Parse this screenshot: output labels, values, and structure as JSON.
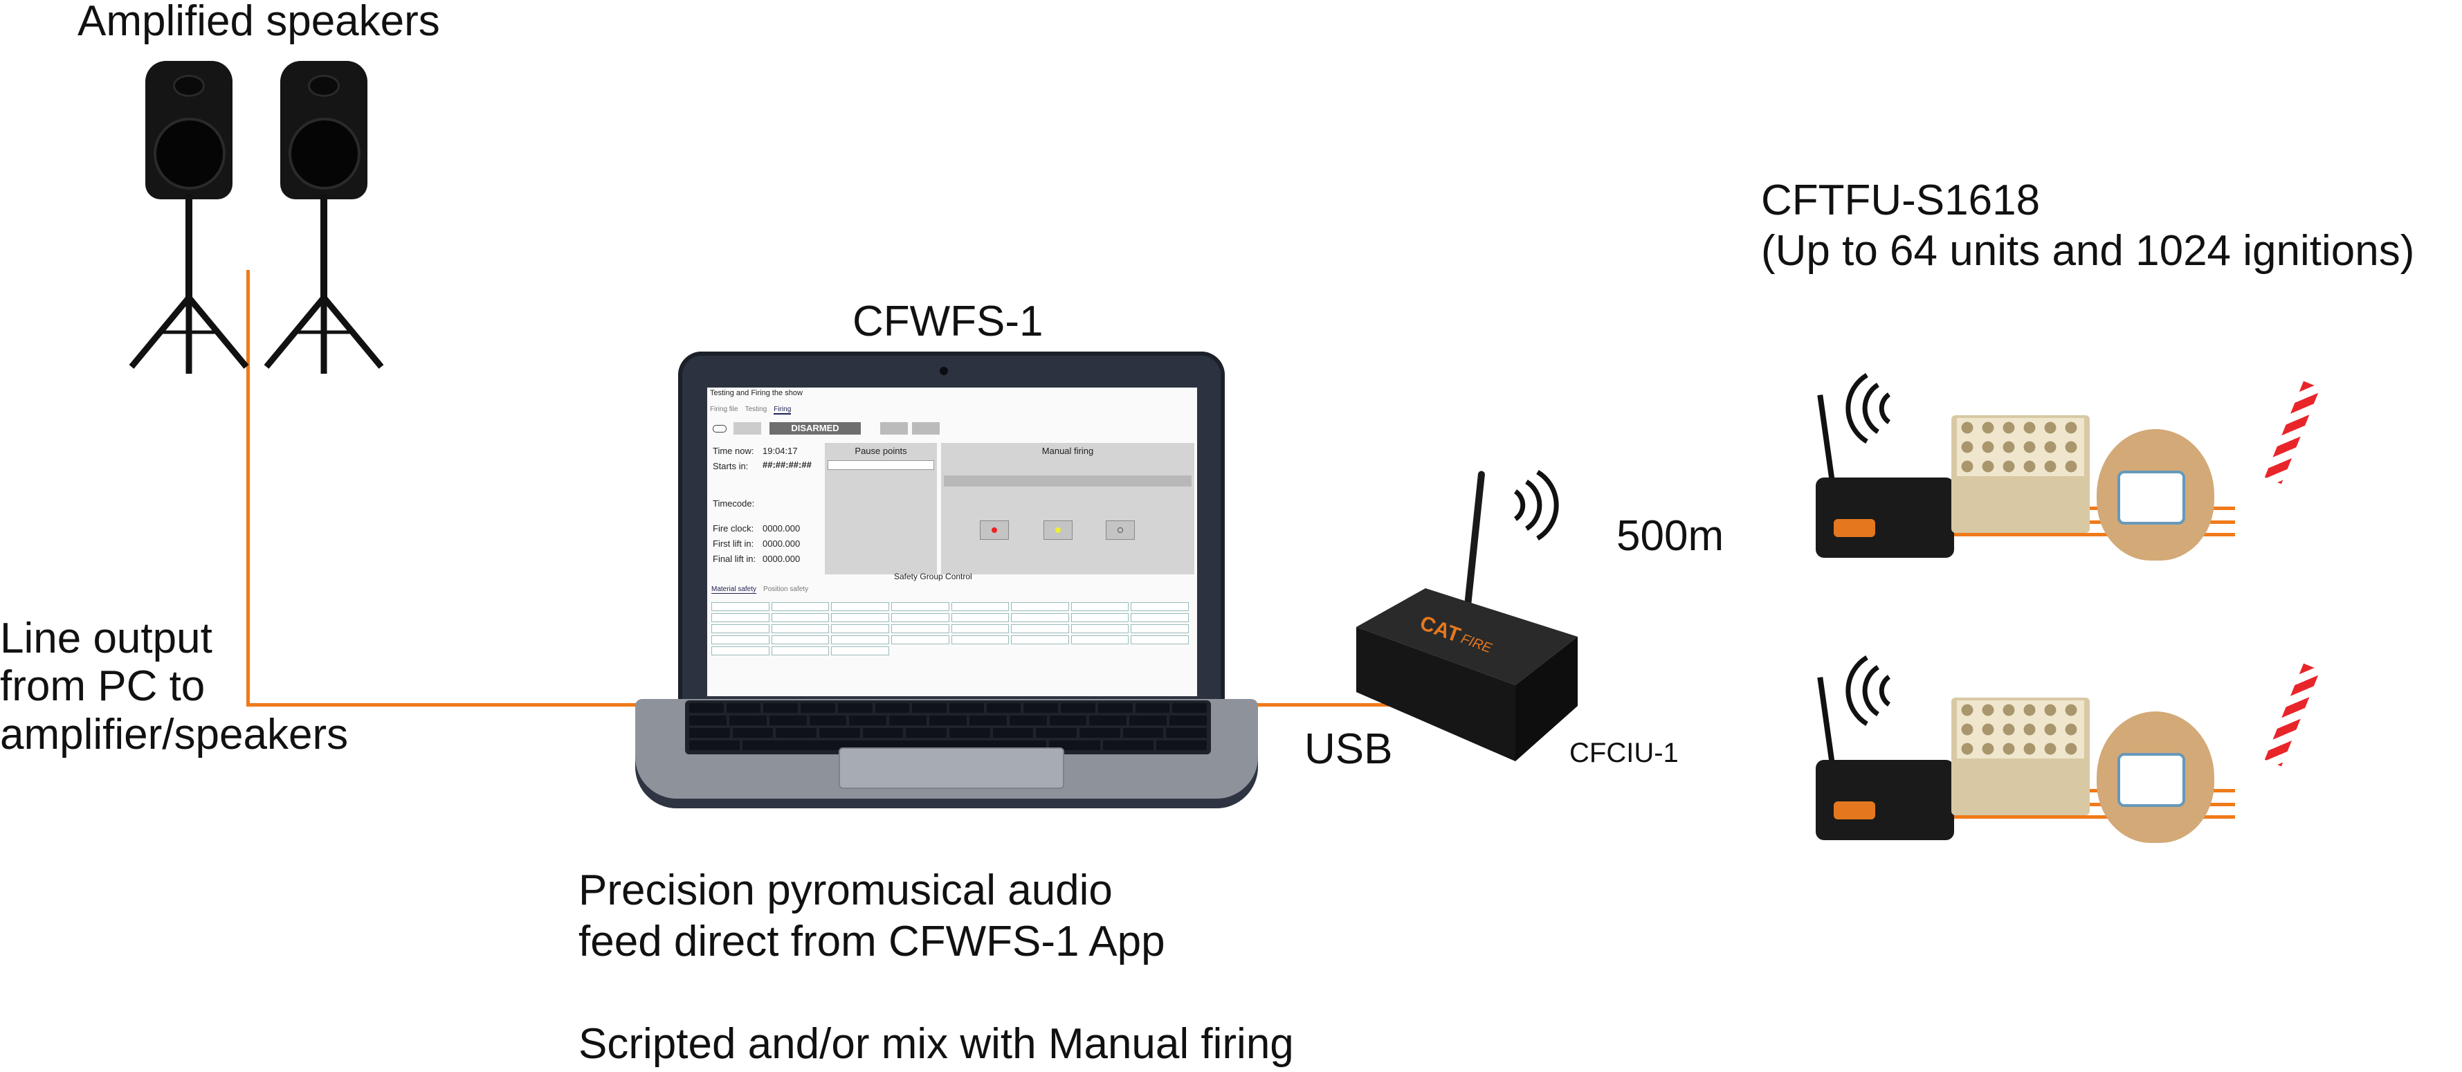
{
  "labels": {
    "speakers_title": "Amplified speakers",
    "laptop_title": "CFWFS-1",
    "line_output": [
      "Line output",
      "from PC to",
      "amplifier/speakers"
    ],
    "usb": "USB",
    "interface_unit": "CFCIU-1",
    "range": "500m",
    "firing_unit_title": "CFTFU-S1618",
    "firing_unit_subtitle": "(Up to 64 units and 1024 ignitions)",
    "caption_line1": "Precision pyromusical audio",
    "caption_line2": "feed direct from CFWFS-1 App",
    "caption_line3": "Scripted and/or mix with Manual firing"
  },
  "app_screen": {
    "window_title": "Testing and Firing the show",
    "tabs": [
      "Firing file",
      "Testing",
      "Firing"
    ],
    "status": "DISARMED",
    "time_now_label": "Time now:",
    "time_now_value": "19:04:17",
    "starts_in_label": "Starts in:",
    "starts_in_value": "##:##:##:##",
    "timecode_label": "Timecode:",
    "fire_clock_label": "Fire clock:",
    "fire_clock_value": "0000.000",
    "first_lift_label": "First lift in:",
    "first_lift_value": "0000.000",
    "final_lift_label": "Final lift in:",
    "final_lift_value": "0000.000",
    "pause_points": "Pause points",
    "manual_firing": "Manual firing",
    "safety_group": "Safety Group Control",
    "subtabs": [
      "Material safety",
      "Position safety"
    ]
  },
  "colors": {
    "wire": "#f07a1a",
    "laptop_frame": "#2c3240",
    "device_body": "#1e1e1e",
    "accent_orange": "#e5781e"
  }
}
